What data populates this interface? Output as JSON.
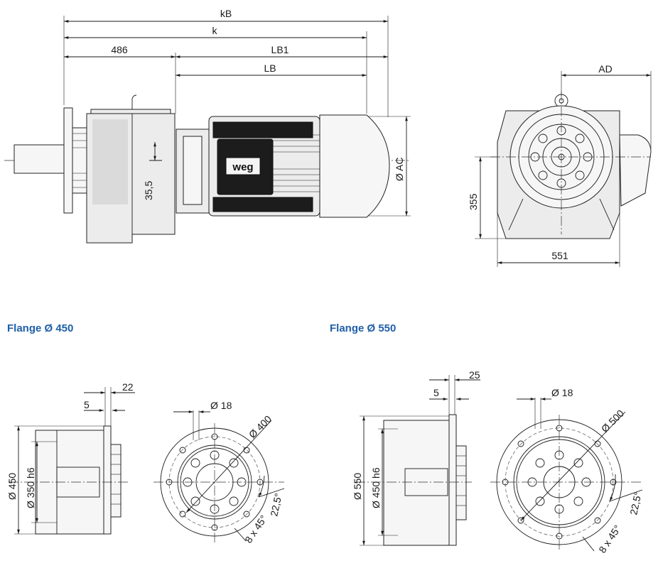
{
  "top_dimensions": {
    "kB": "kB",
    "k": "k",
    "d486": "486",
    "LB1": "LB1",
    "LB": "LB",
    "shaft_height": "35,5",
    "AC": "Ø AC",
    "AD": "AD",
    "height_355": "355",
    "width_551": "551",
    "logo": "weg"
  },
  "flange_450": {
    "title": "Flange Ø 450",
    "dim_22": "22",
    "dim_5": "5",
    "outer_dia": "Ø 450",
    "spigot_dia": "Ø 350 h6",
    "hole_dia": "Ø 18",
    "pcd": "Ø 400",
    "angle": "22,5°",
    "holes": "8 x 45°"
  },
  "flange_550": {
    "title": "Flange Ø 550",
    "dim_25": "25",
    "dim_5": "5",
    "outer_dia": "Ø 550",
    "spigot_dia": "Ø 450 h6",
    "hole_dia": "Ø 18",
    "pcd": "Ø 500",
    "angle": "22,5°",
    "holes": "8 x 45°"
  }
}
